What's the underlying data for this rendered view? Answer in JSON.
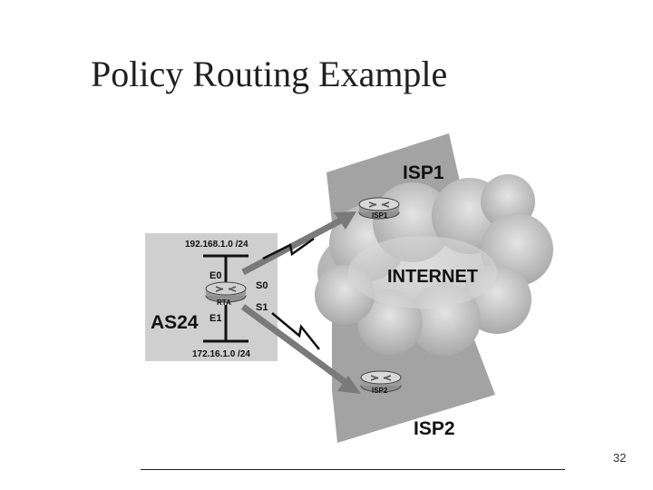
{
  "slide": {
    "title": "Policy Routing Example",
    "page_number": "32"
  },
  "diagram": {
    "isp1_label": "ISP1",
    "isp2_label": "ISP2",
    "internet_label": "INTERNET",
    "as_label": "AS24",
    "router_rta": "RTA",
    "router_isp1": "ISP1",
    "router_isp2": "ISP2",
    "network_top": "192.168.1.0 /24",
    "network_bottom": "172.16.1.0 /24",
    "iface_e0": "E0",
    "iface_e1": "E1",
    "iface_s0": "S0",
    "iface_s1": "S1"
  }
}
